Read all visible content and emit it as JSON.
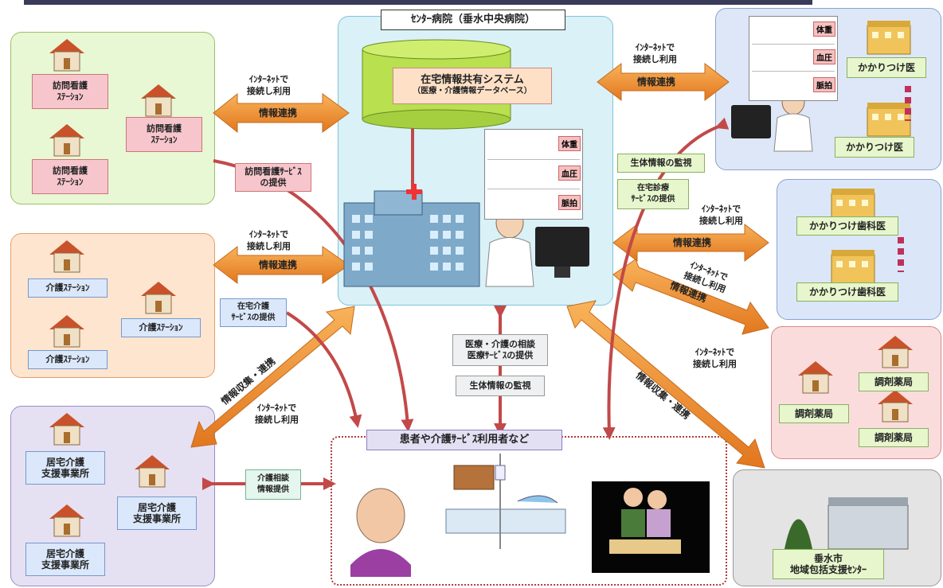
{
  "center": {
    "title": "ｾﾝﾀｰ病院（垂水中央病院）",
    "db_line1": "在宅情報共有システム",
    "db_line2": "（医療・介護情報データベース）",
    "vitals": [
      "体重",
      "血圧",
      "脈拍"
    ]
  },
  "nursing": {
    "stations": [
      "訪問看護\nｽﾃｰｼｮﾝ",
      "訪問看護\nｽﾃｰｼｮﾝ",
      "訪問看護\nｽﾃｰｼｮﾝ"
    ],
    "service": "訪問看護ｻｰﾋﾞｽ\nの提供"
  },
  "care": {
    "stations": [
      "介護ｽﾃｰｼｮﾝ",
      "介護ｽﾃｰｼｮﾝ",
      "介護ｽﾃｰｼｮﾝ"
    ],
    "service": "在宅介護\nｻｰﾋﾞｽの提供"
  },
  "support": {
    "offices": [
      "居宅介護\n支援事業所",
      "居宅介護\n支援事業所",
      "居宅介護\n支援事業所"
    ],
    "consult": "介護相談\n情報提供"
  },
  "doctors": {
    "vitals": [
      "体重",
      "血圧",
      "脈拍"
    ],
    "clinics": [
      "かかりつけ医",
      "かかりつけ医"
    ],
    "monitor": "生体情報の監視",
    "home_care": "在宅診療\nｻｰﾋﾞｽの提供"
  },
  "dentists": {
    "clinics": [
      "かかりつけ歯科医",
      "かかりつけ歯科医"
    ]
  },
  "pharmacy": {
    "labels": [
      "調剤薬局",
      "調剤薬局",
      "調剤薬局"
    ]
  },
  "city": {
    "label": "垂水市\n地域包括支援ｾﾝﾀｰ"
  },
  "patients": {
    "title": "患者や介護ｻｰﾋﾞｽ利用者など",
    "consult": "医療・介護の相談\n医療ｻｰﾋﾞｽの提供",
    "monitor": "生体情報の監視"
  },
  "arrows": {
    "link": "情報連携",
    "collect": "情報収集・連携",
    "internet": "ｲﾝﾀｰﾈｯﾄで\n接続し利用"
  }
}
